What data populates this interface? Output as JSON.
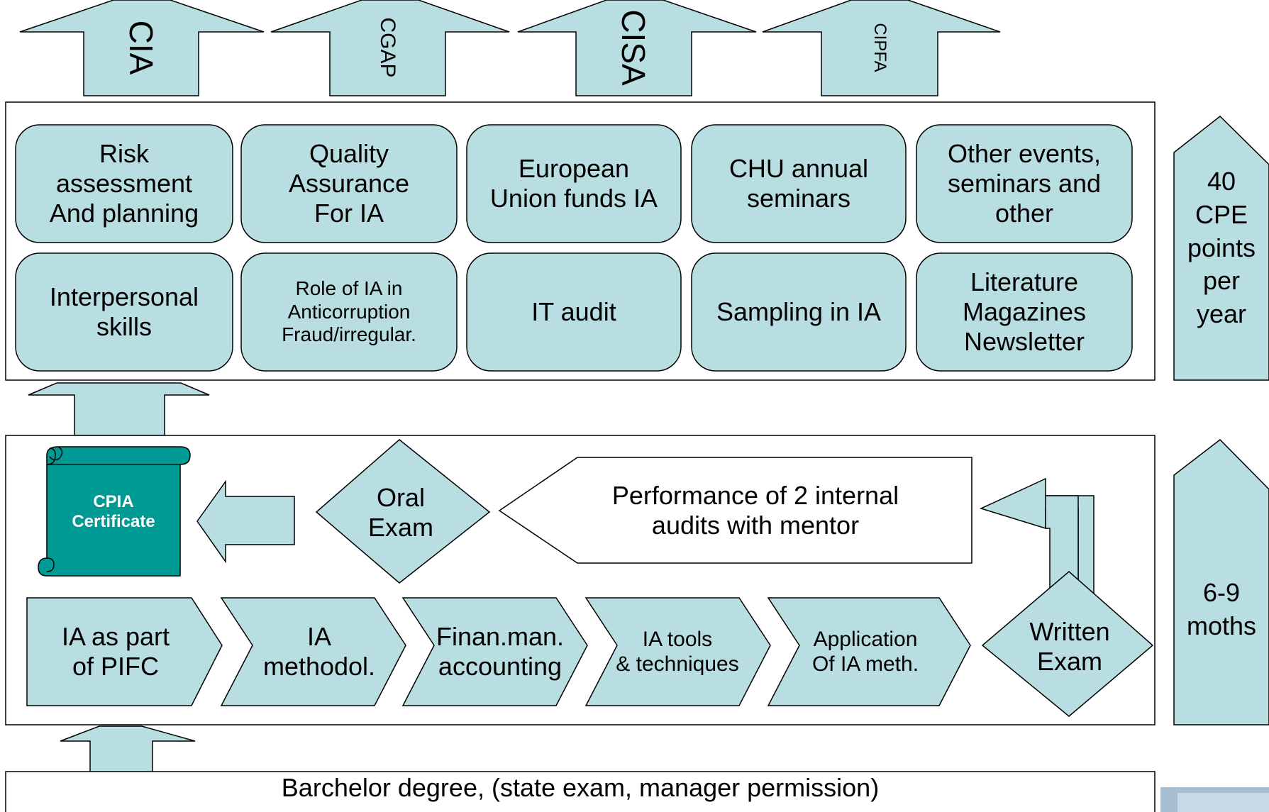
{
  "certifications": [
    {
      "label": "CIA"
    },
    {
      "label": "CGAP"
    },
    {
      "label": "CISA"
    },
    {
      "label": "CIPFA"
    }
  ],
  "cpe_box": {
    "tiles": [
      {
        "label": "Risk\nassessment\nAnd planning"
      },
      {
        "label": "Quality\nAssurance\nFor IA"
      },
      {
        "label": "European\nUnion funds IA"
      },
      {
        "label": "CHU annual\nseminars"
      },
      {
        "label": "Other events,\nseminars and\nother"
      },
      {
        "label": "Interpersonal\nskills"
      },
      {
        "label": "Role of IA in\nAnticorruption\nFraud/irregular."
      },
      {
        "label": "IT audit"
      },
      {
        "label": "Sampling in IA"
      },
      {
        "label": "Literature\nMagazines\nNewsletter"
      }
    ]
  },
  "cpia_box": {
    "certificate": "CPIA\nCertificate",
    "oral_exam": "Oral\nExam",
    "performance": "Performance of 2 internal\naudits with mentor",
    "written_exam": "Written\nExam",
    "chevrons": [
      {
        "label": "IA as part\nof PIFC"
      },
      {
        "label": "IA\nmethodol."
      },
      {
        "label": "Finan.man.\naccounting"
      },
      {
        "label": "IA tools\n& techniques"
      },
      {
        "label": "Application\nOf IA meth."
      }
    ]
  },
  "side": {
    "cpe_points": "40\nCPE\npoints\nper\nyear",
    "duration": "6-9\nmoths"
  },
  "base": {
    "label": "Barchelor degree, (state exam, manager permission)"
  }
}
